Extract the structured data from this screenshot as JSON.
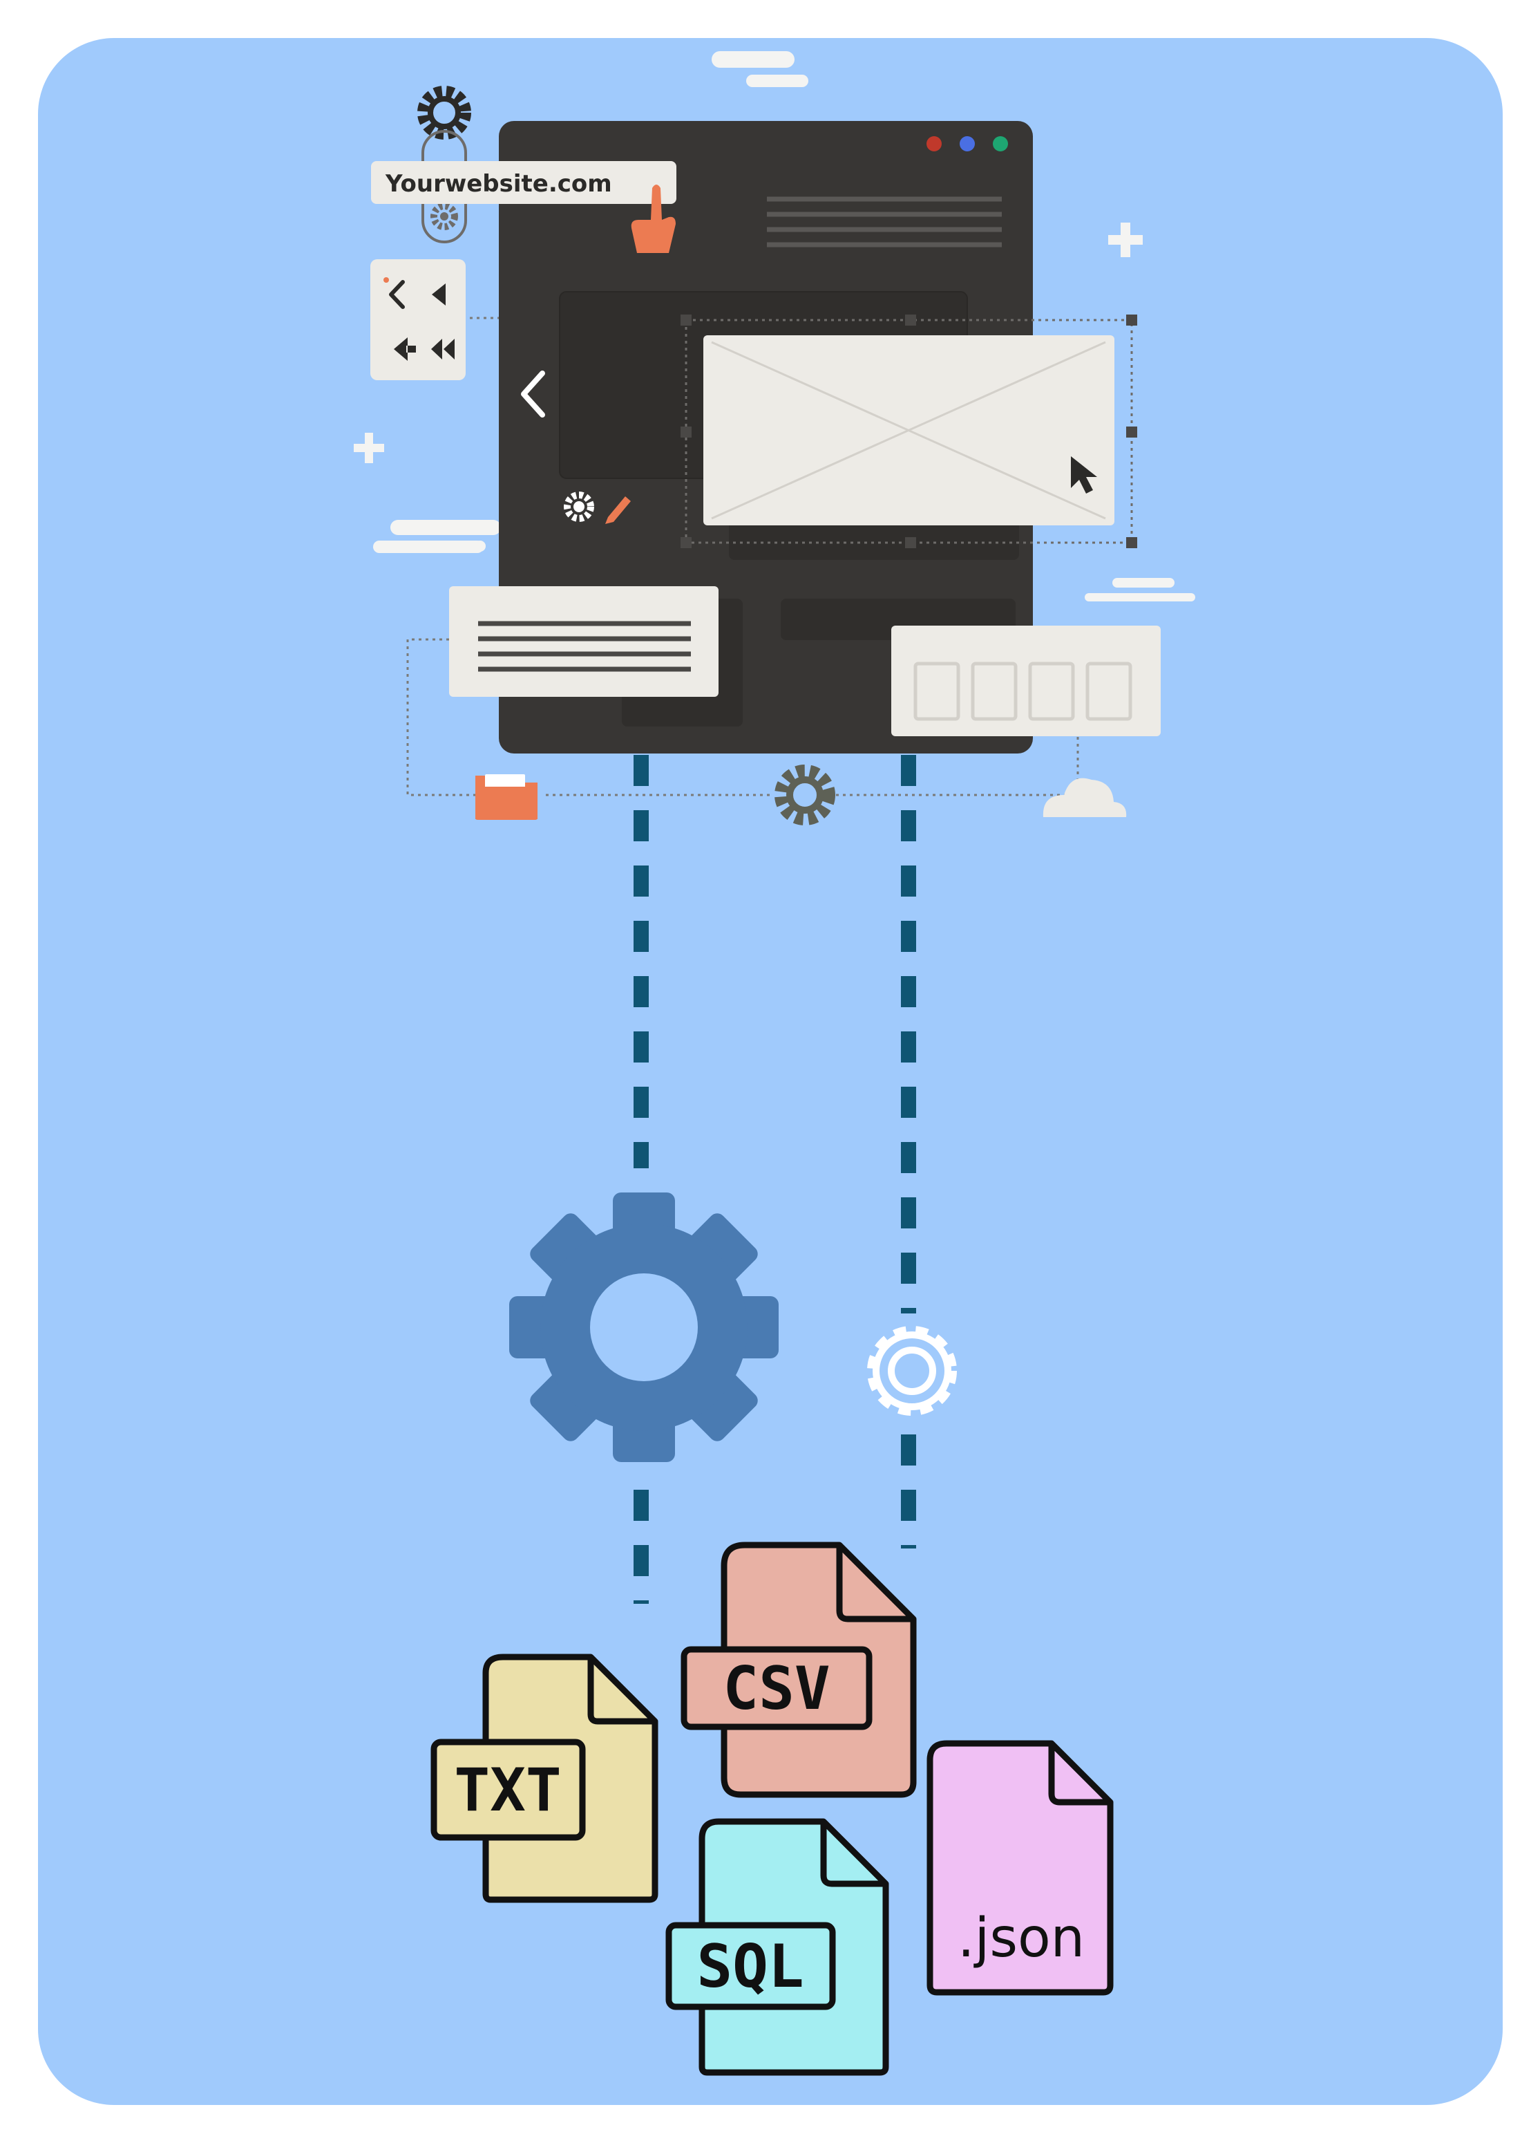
{
  "browser": {
    "url": "Yourwebsite.com",
    "window_dots": [
      "#c0392b",
      "#4a6fe3",
      "#1ea672"
    ]
  },
  "colors": {
    "panel_background": "#a0cafc",
    "browser_body": "#383634",
    "connector_lines": "#0f5573",
    "large_gear": "#4a7bb2",
    "small_gear": "#ffffff",
    "accent_orange": "#ec7b52"
  },
  "files": [
    {
      "label": "TXT",
      "color": "#ebe0aa"
    },
    {
      "label": "CSV",
      "color": "#e8b1a4"
    },
    {
      "label": "SQL",
      "color": "#a4eef2"
    },
    {
      "label": ".json",
      "color": "#f0c0f4"
    }
  ]
}
